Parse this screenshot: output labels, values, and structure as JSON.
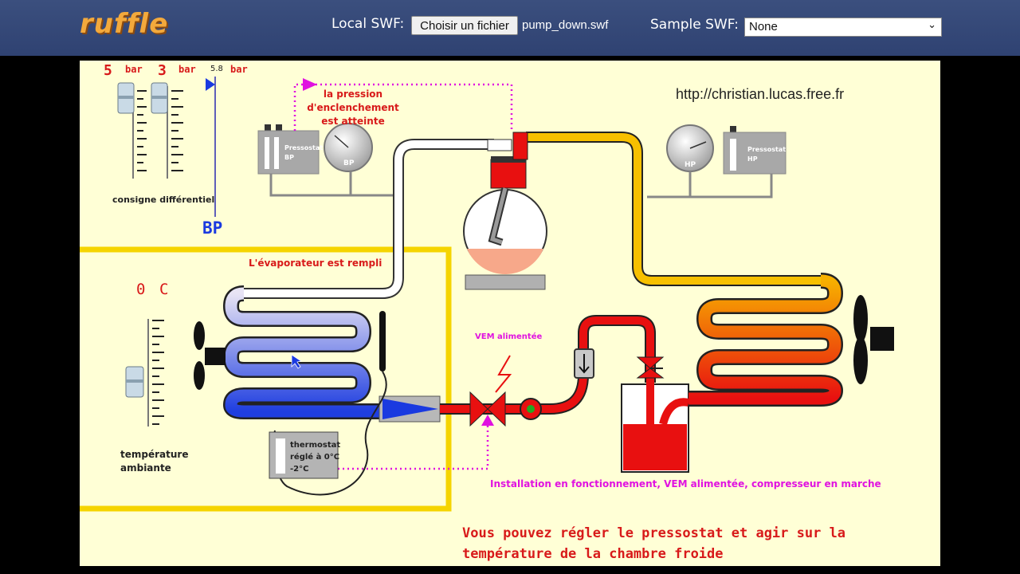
{
  "toolbar": {
    "logo": "ruffle",
    "local_swf_label": "Local SWF:",
    "choose_file_label": "Choisir un fichier",
    "file_name": "pump_down.swf",
    "sample_swf_label": "Sample SWF:",
    "sample_selected": "None"
  },
  "diagram": {
    "scale_top": {
      "unit": "bar",
      "value_5": "5",
      "value_3": "3",
      "value_58": "5.8",
      "caption": "consigne différentiel",
      "bp_label": "BP"
    },
    "website": "http://christian.lucas.free.fr",
    "pressure_note": [
      "la pression",
      "d'enclenchement",
      "est atteinte"
    ],
    "pressostat_bp": [
      "Pressostat",
      "BP"
    ],
    "pressostat_hp": [
      "Pressostat",
      "HP"
    ],
    "gauge_bp": "BP",
    "gauge_hp": "HP",
    "evaporator_status": "L'évaporateur est rempli",
    "temperature_readout": {
      "value": "0",
      "unit": "C"
    },
    "temperature_caption": [
      "température",
      "ambiante"
    ],
    "vem_label": "VEM alimentée",
    "thermostat": [
      "thermostat",
      "réglé à 0°C",
      "-2°C"
    ],
    "status_line": "Installation en fonctionnement, VEM alimentée, compresseur en marche",
    "instructions": [
      "Vous pouvez régler le pressostat et agir sur la",
      "température de la chambre froide"
    ]
  }
}
